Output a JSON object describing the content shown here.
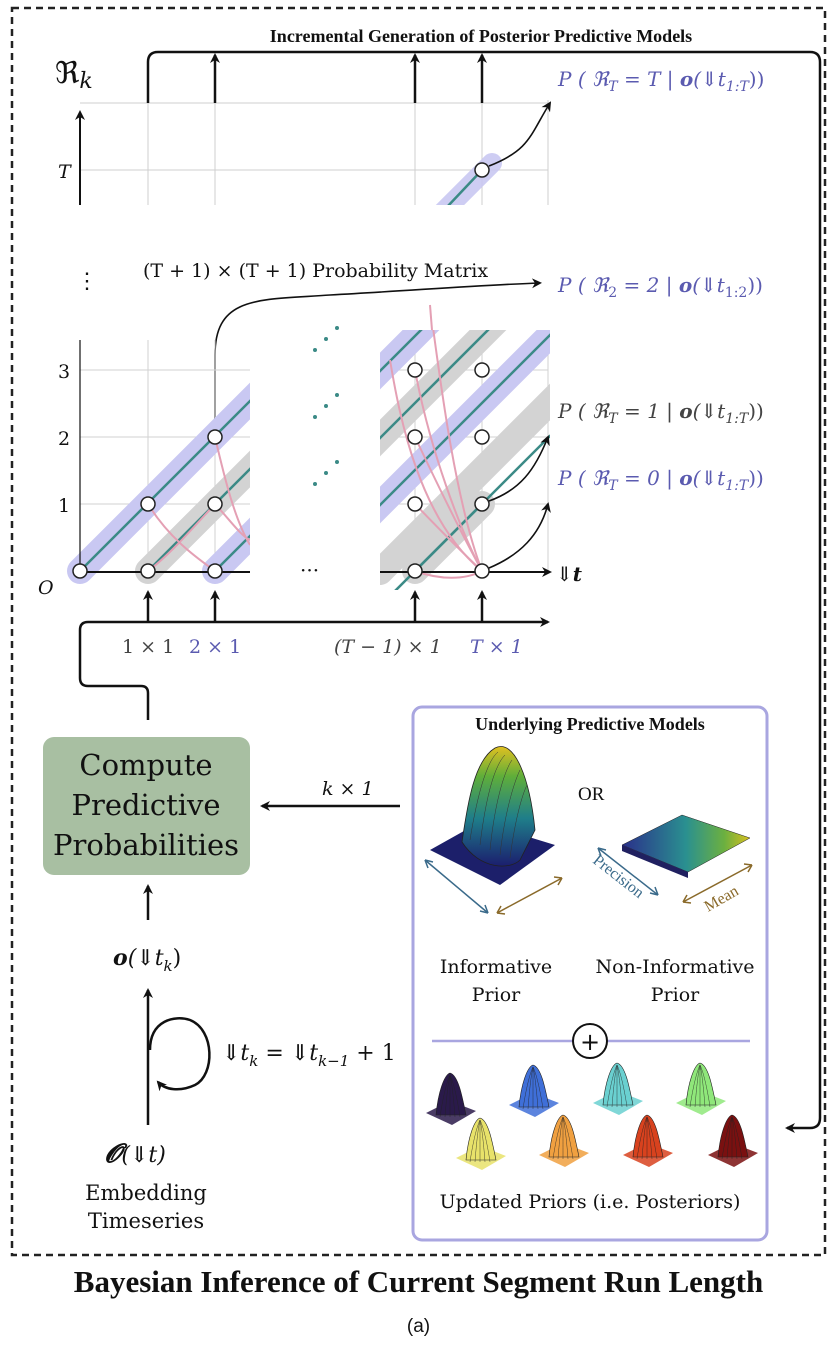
{
  "header": {
    "incremental_title": "Incremental Generation of Posterior Predictive Models"
  },
  "axes": {
    "y_symbol": "ℜ",
    "y_subscript": "k",
    "t_label": "T",
    "vdots": "⋮",
    "origin": "O",
    "ticks": [
      "1",
      "2",
      "3"
    ],
    "x_symbol": "⇓",
    "x_symbol_var": "t"
  },
  "matrix_label": "(T + 1) × (T + 1) Probability Matrix",
  "hdots": "···",
  "probabilities": {
    "p_top": {
      "pre": "P ( ℜ",
      "sub": "T",
      "mid": " = T | ",
      "o": "o",
      "arg": "(⇓t",
      "argsub": "1:T",
      "post": "))"
    },
    "p_two": {
      "pre": "P ( ℜ",
      "sub": "2",
      "mid": " = 2 | ",
      "o": "o",
      "arg": "(⇓t",
      "argsub": "1:2",
      "post": "))"
    },
    "p_one": {
      "pre": "P ( ℜ",
      "sub": "T",
      "mid": " = 1 | ",
      "o": "o",
      "arg": "(⇓t",
      "argsub": "1:T",
      "post": "))"
    },
    "p_zero": {
      "pre": "P ( ℜ",
      "sub": "T",
      "mid": " = 0 | ",
      "o": "o",
      "arg": "(⇓t",
      "argsub": "1:T",
      "post": "))"
    }
  },
  "input_labels": {
    "one": "1 × 1",
    "two": "2 × 1",
    "tminus": "(T − 1) × 1",
    "tee": "T × 1"
  },
  "compute_box": {
    "line1": "Compute",
    "line2": "Predictive",
    "line3": "Probabilities"
  },
  "k_label": "k × 1",
  "observation": {
    "o": "o",
    "rest": "(⇓t",
    "sub": "k",
    "close": ")"
  },
  "recurrence": {
    "lhs": "⇓t",
    "lhs_sub": "k",
    "eq": " = ⇓t",
    "rhs_sub": "k−1",
    "plus": " + 1"
  },
  "embedding": {
    "symbol": "𝓞",
    "arg": "(⇓t)",
    "line1": "Embedding",
    "line2": "Timeseries"
  },
  "models_panel": {
    "title": "Underlying Predictive Models",
    "or_label": "OR",
    "precision": "Precision",
    "mean": "Mean",
    "informative1": "Informative",
    "informative2": "Prior",
    "noninformative1": "Non-Informative",
    "noninformative2": "Prior",
    "plus": "+",
    "updated": "Updated Priors (i.e. Posteriors)"
  },
  "footer": {
    "title": "Bayesian Inference of Current Segment Run Length",
    "caption": "(a)"
  },
  "colors": {
    "purple": "#5b5bb0",
    "teal": "#3b8a86",
    "pink": "#e4a0b4",
    "box_green": "#a8bfa2",
    "panel_border": "#a9a6e0"
  },
  "posterior_colors": [
    "#2a1a4a",
    "#3f6fd8",
    "#6ad0d0",
    "#8fe77a",
    "#e8e26a",
    "#f0a040",
    "#d8421e",
    "#7a1010"
  ]
}
